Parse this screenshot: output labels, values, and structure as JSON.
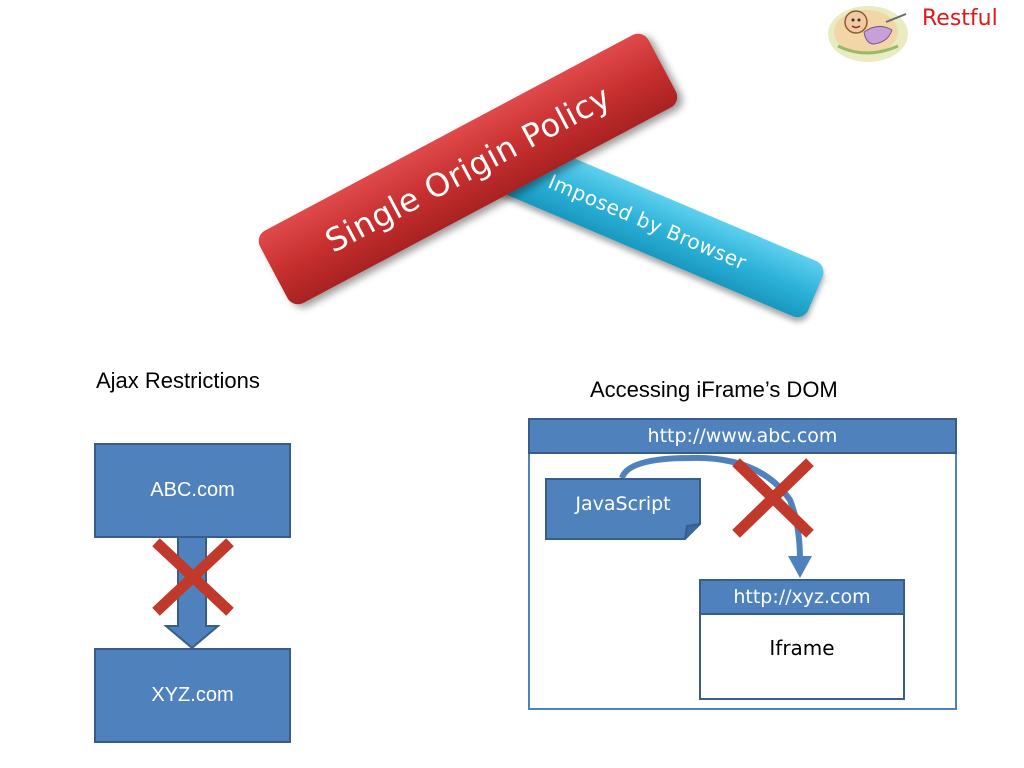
{
  "brand": {
    "name": "Restful"
  },
  "banner": {
    "title": "Single Origin Policy",
    "subtitle": "Imposed by Browser"
  },
  "ajax": {
    "heading": "Ajax Restrictions",
    "source": "ABC.com",
    "target": "XYZ.com"
  },
  "iframe_section": {
    "heading": "Accessing iFrame’s DOM",
    "outer_url": "http://www.abc.com",
    "script_label": "JavaScript",
    "inner_url": "http://xyz.com",
    "inner_label": "Iframe"
  },
  "colors": {
    "box_fill": "#4f81bd",
    "box_border": "#385d8a",
    "cross": "#c0392b",
    "ribbon_red": "#c62e2e",
    "ribbon_blue": "#2bb1d8",
    "brand_text": "#e01818"
  },
  "icons": {
    "logo": "cartoon-character-icon",
    "blocked": "red-x-icon"
  }
}
